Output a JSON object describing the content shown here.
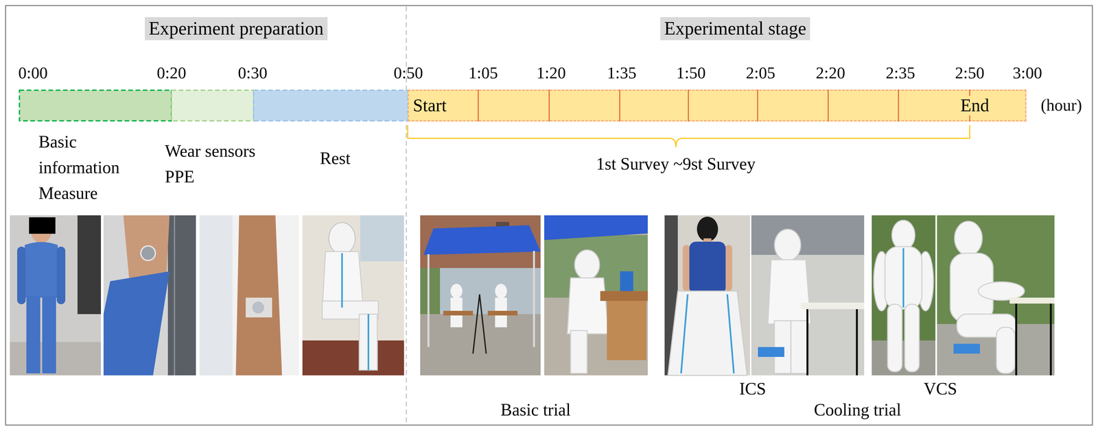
{
  "diagram": {
    "nodes": [
      {
        "text": [
          "Experiment preparation"
        ]
      },
      {
        "text": [
          "Experimental stage"
        ]
      },
      {
        "text": [
          "Start",
          "End"
        ]
      }
    ],
    "labels": [
      "0:00",
      "0:20",
      "0:30",
      "0:50",
      "1:05",
      "1:20",
      "1:35",
      "1:50",
      "2:05",
      "2:20",
      "2:35",
      "2:50",
      "3:00",
      "(hour)",
      "Basic information Measure",
      "Wear sensors PPE",
      "Rest",
      "1st Survey ~9st Survey",
      "Basic trial",
      "ICS",
      "VCS",
      "Cooling trial"
    ]
  }
}
